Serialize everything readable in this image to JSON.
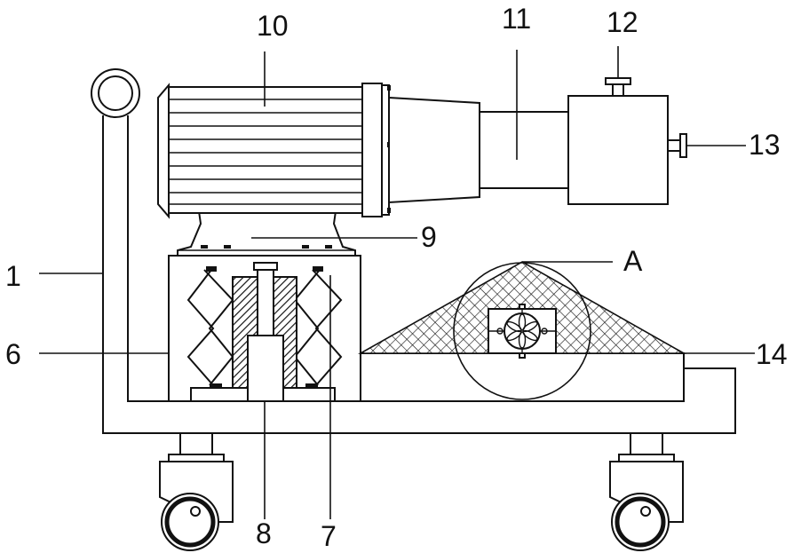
{
  "labels": {
    "l1": "1",
    "l6": "6",
    "l7": "7",
    "l8": "8",
    "l9": "9",
    "l10": "10",
    "l11": "11",
    "l12": "12",
    "l13": "13",
    "l14": "14",
    "lA": "A"
  },
  "colors": {
    "stroke": "#111111",
    "background": "#ffffff"
  }
}
